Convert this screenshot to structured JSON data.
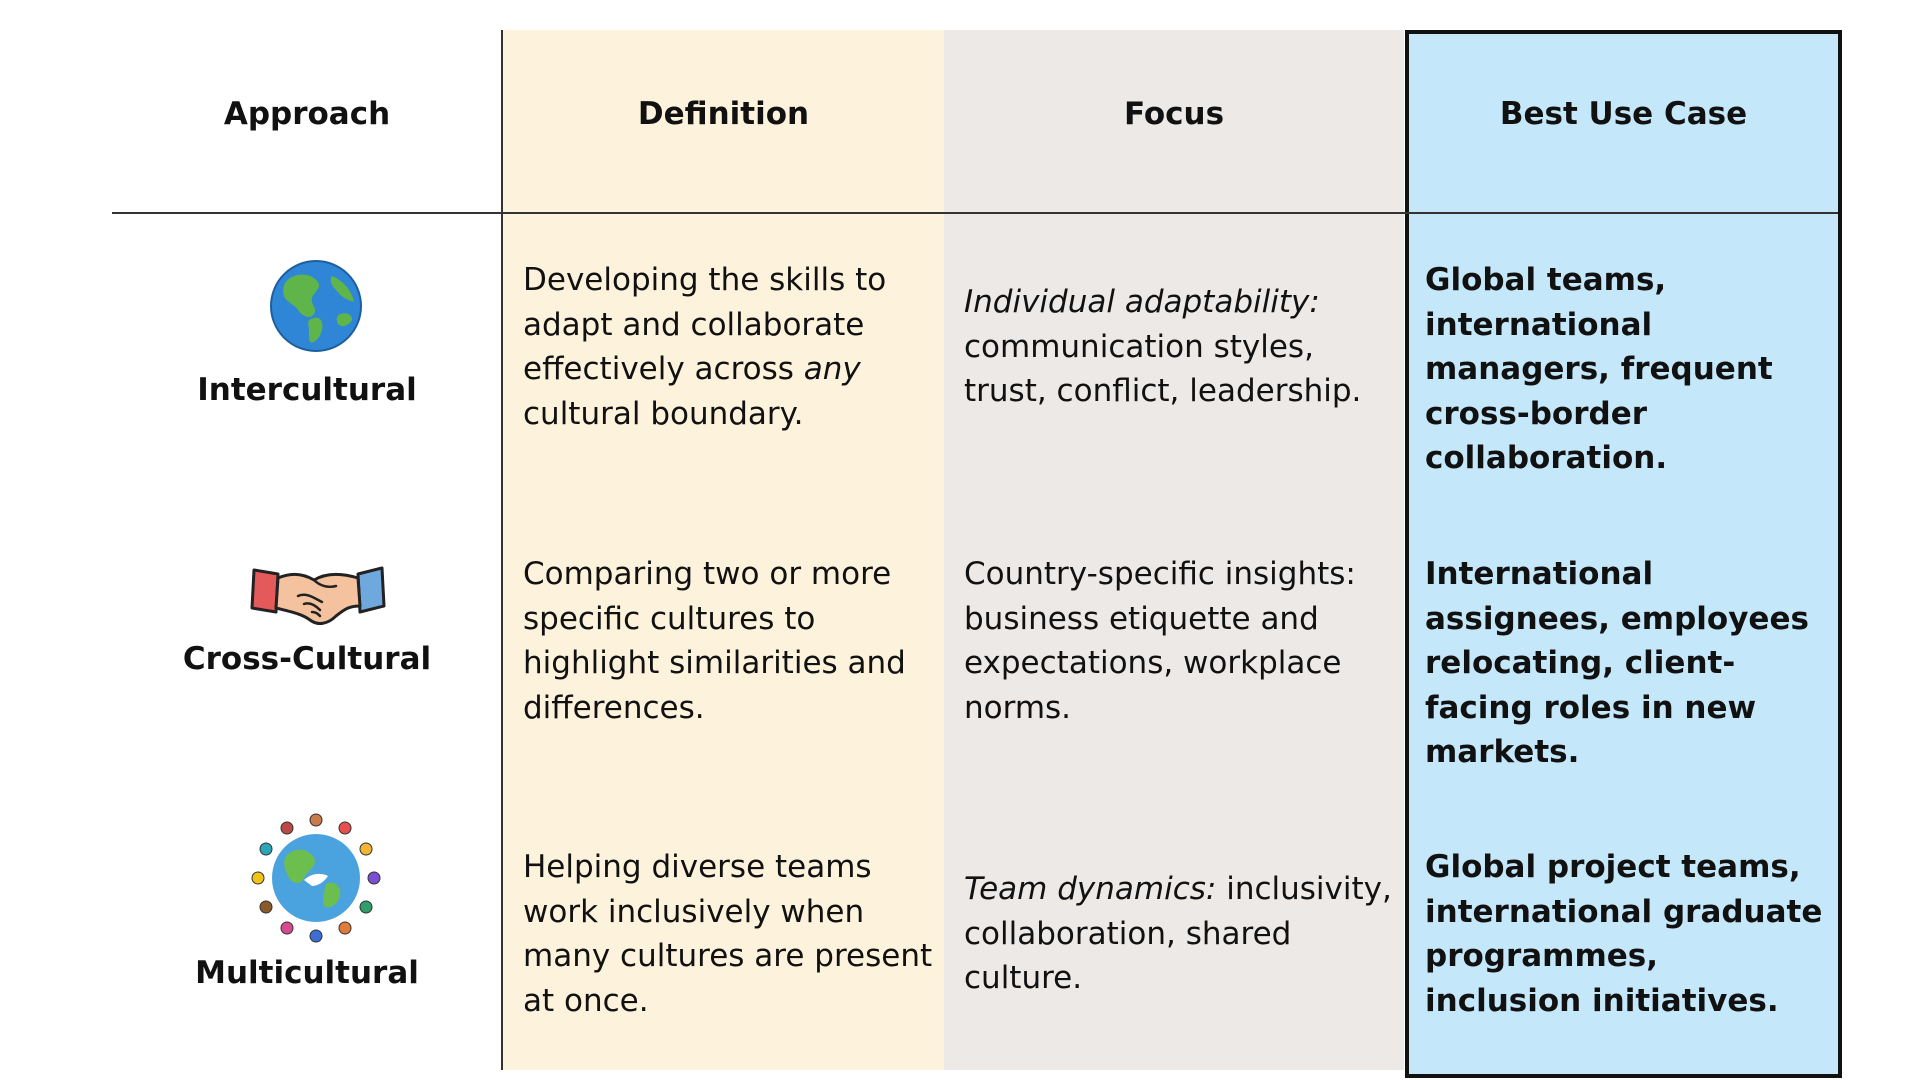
{
  "headers": {
    "approach": "Approach",
    "definition": "Definition",
    "focus": "Focus",
    "best_use_case": "Best Use Case"
  },
  "rows": [
    {
      "approach": "Intercultural",
      "icon": "globe-icon",
      "definition_a": "Developing the skills to adapt and collaborate effectively across",
      "definition_em": "any",
      "definition_b": "cultural boundary.",
      "focus_lead": "Individual adaptability:",
      "focus_rest": "communication styles, trust, conflict, leadership.",
      "best_use_case": "Global teams, international managers, frequent cross-border collaboration."
    },
    {
      "approach": "Cross-Cultural",
      "icon": "handshake-icon",
      "definition_a": "Comparing two or more specific cultures to highlight similarities and differences.",
      "focus_rest": "Country-specific insights: business etiquette and expectations, workplace norms.",
      "best_use_case": "International assignees, employees relocating, client-facing roles in new markets."
    },
    {
      "approach": "Multicultural",
      "icon": "people-around-globe-icon",
      "definition_a": "Helping diverse teams work inclusively when many cultures are present at once.",
      "focus_lead": "Team dynamics:",
      "focus_rest": "inclusivity, collaboration, shared culture.",
      "best_use_case": "Global project teams, international graduate programmes, inclusion initiatives."
    }
  ]
}
